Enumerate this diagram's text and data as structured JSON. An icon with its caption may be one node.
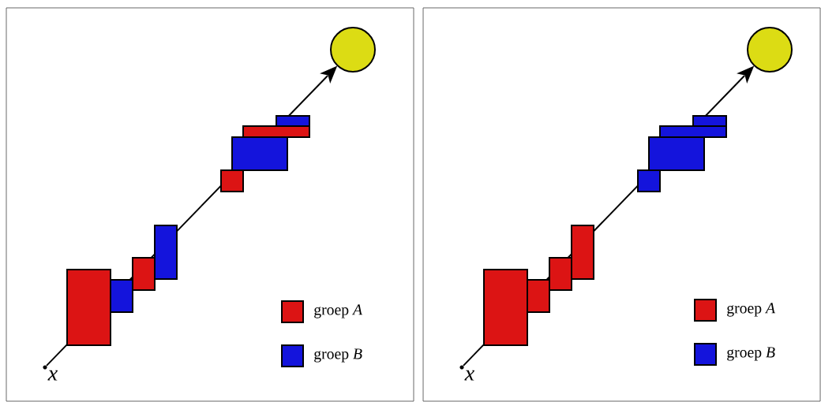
{
  "diagram": {
    "nodes": [
      {
        "text": [],
        "shape": "box"
      },
      {
        "text": [
          "x"
        ],
        "in": 0
      },
      {
        "text": [],
        "shape": "circle",
        "in": 0
      },
      {
        "text": [],
        "shape": "box"
      },
      {
        "text": [
          "x"
        ],
        "in": 3
      },
      {
        "text": [],
        "shape": "circle",
        "in": 3
      }
    ],
    "edges": [
      {
        "from": 1,
        "to": 2,
        "arrow": "to"
      },
      {
        "from": 4,
        "to": 5,
        "arrow": "to"
      }
    ],
    "legend": [
      {
        "text": "groep *A*",
        "color": "#dc1414"
      },
      {
        "text": "groep *B*",
        "color": "#1414dc"
      },
      {
        "text": "groep *A*",
        "color": "#dc1414"
      },
      {
        "text": "groep *B*",
        "color": "#1414dc"
      }
    ]
  }
}
